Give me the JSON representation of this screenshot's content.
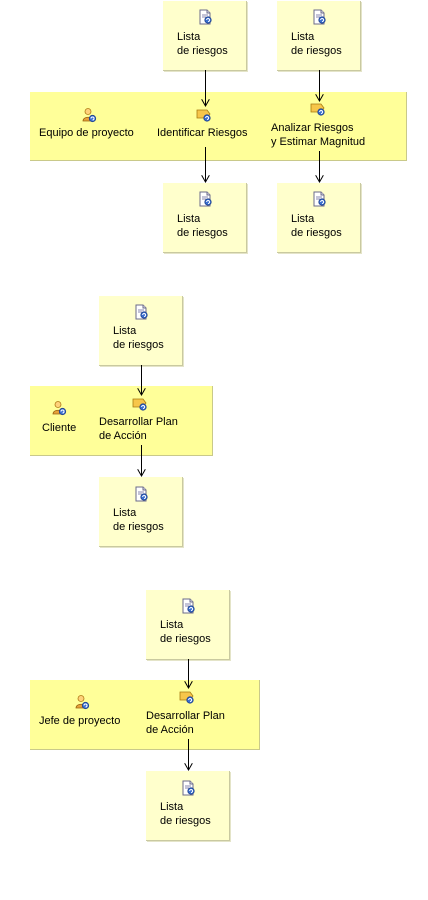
{
  "artifact": {
    "line1": "Lista",
    "line2": "de riesgos"
  },
  "diagram1": {
    "role": "Equipo de proyecto",
    "task1": "Identificar Riesgos",
    "task2_line1": "Analizar Riesgos",
    "task2_line2": "y Estimar Magnitud"
  },
  "diagram2": {
    "role": "Cliente",
    "task_line1": "Desarrollar Plan",
    "task_line2": "de Acción"
  },
  "diagram3": {
    "role": "Jefe de proyecto",
    "task_line1": "Desarrollar Plan",
    "task_line2": "de Acción"
  },
  "colors": {
    "artifact_fill": "#ffffcc",
    "lane_fill": "#ffff99",
    "connector": "#000000"
  },
  "icons": {
    "artifact": "document-icon",
    "role": "person-icon",
    "task": "task-icon"
  }
}
